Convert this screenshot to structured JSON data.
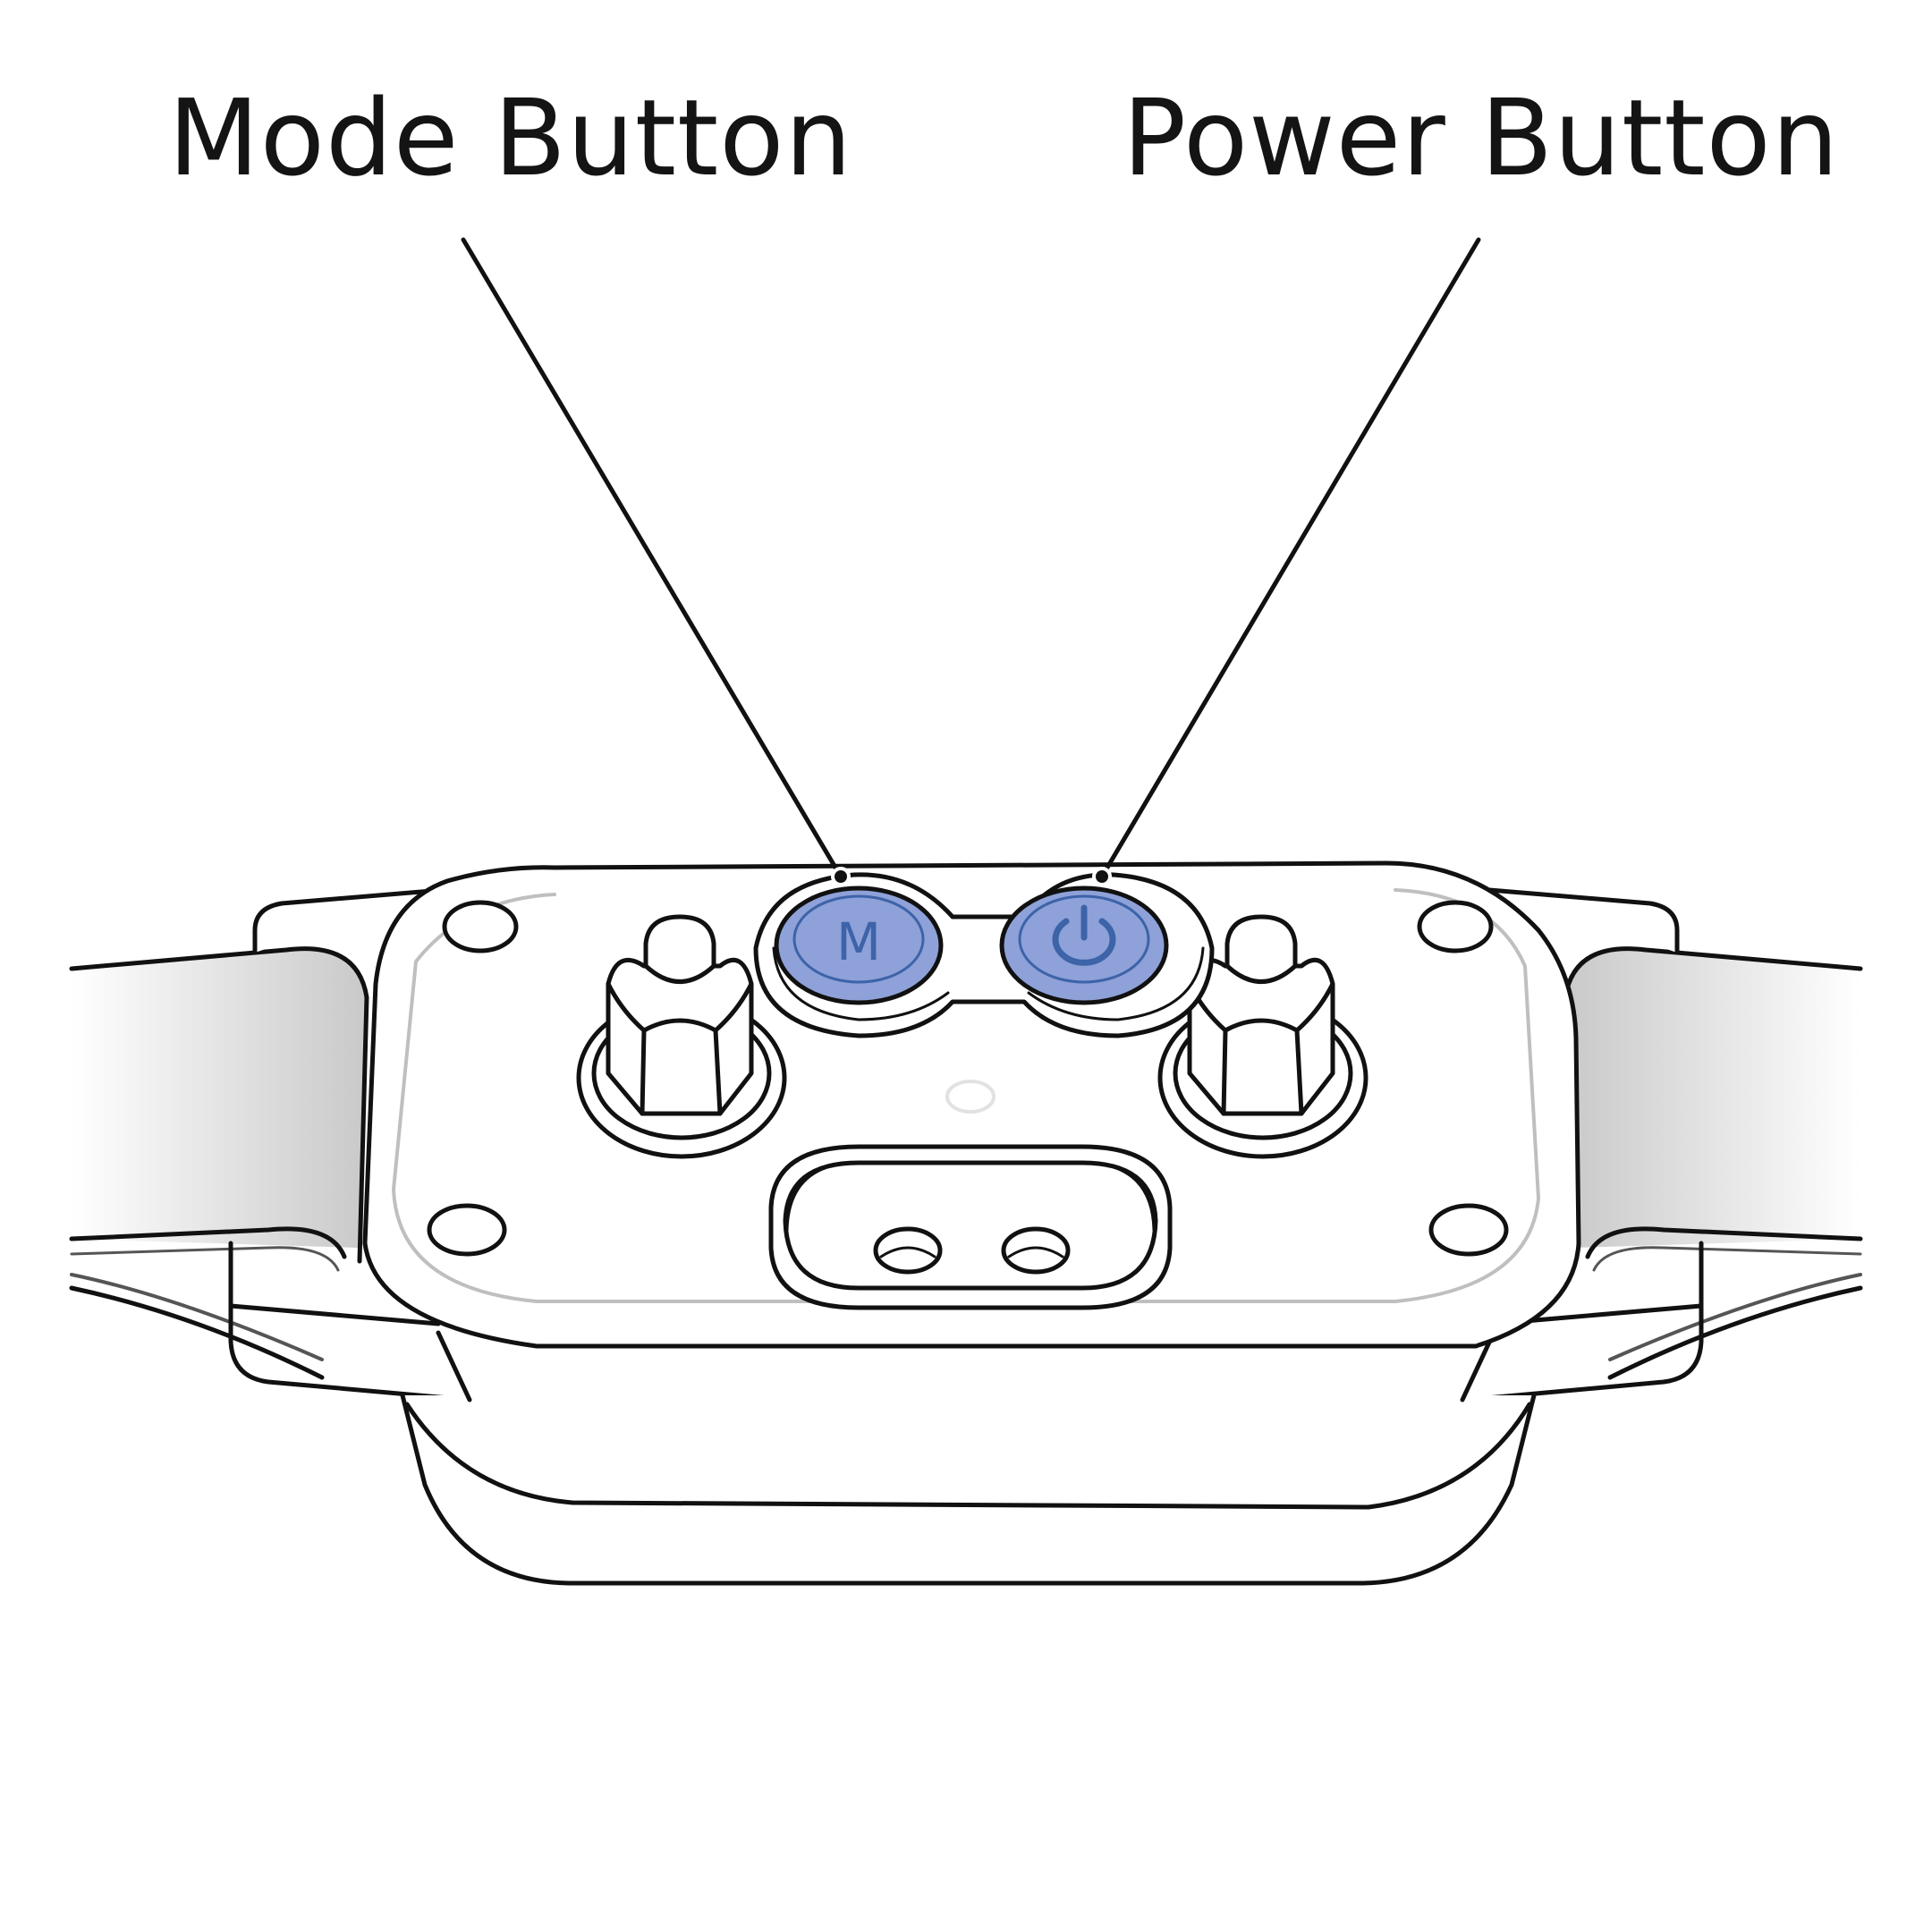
{
  "labels": {
    "mode": "Mode Button",
    "power": "Power Button"
  },
  "button_glyphs": {
    "mode": "M"
  },
  "icons": {
    "power": "power-icon"
  },
  "colors": {
    "line": "#111111",
    "button_fill": "#8ea1d8",
    "button_accent": "#3d63a8",
    "strap_shade": "#c9c9c9",
    "inner_outline": "#bfbfbf"
  }
}
